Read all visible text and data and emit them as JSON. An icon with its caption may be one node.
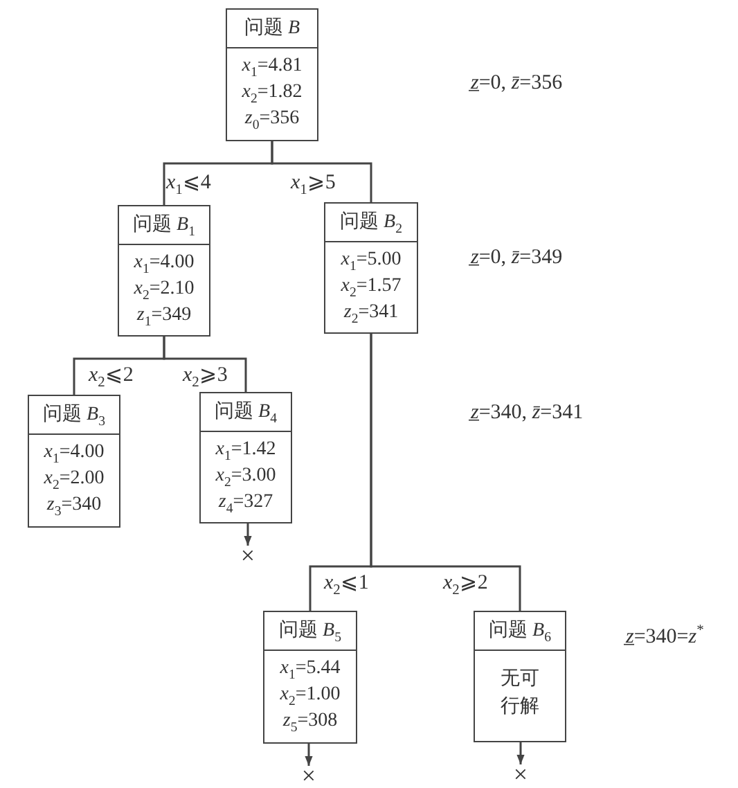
{
  "diagram": {
    "nodes": [
      {
        "text": [
          "问题 *B*",
          "*x*$_{1}$=4.81",
          "*x*$_{2}$=1.82",
          "*z*$_{0}$=356"
        ]
      },
      {
        "text": [
          "问题 *B*$_{1}$",
          "*x*$_{1}$=4.00",
          "*x*$_{2}$=2.10",
          "*z*$_{1}$=349"
        ]
      },
      {
        "text": [
          "问题 *B*$_{2}$",
          "*x*$_{1}$=5.00",
          "*x*$_{2}$=1.57",
          "*z*$_{2}$=341"
        ]
      },
      {
        "text": [
          "问题 *B*$_{3}$",
          "*x*$_{1}$=4.00",
          "*x*$_{2}$=2.00",
          "*z*$_{3}$=340"
        ]
      },
      {
        "text": [
          "问题 *B*$_{4}$",
          "*x*$_{1}$=1.42",
          "*x*$_{2}$=3.00",
          "*z*$_{4}$=327"
        ]
      },
      {
        "text": [
          "×"
        ]
      },
      {
        "text": [
          "问题 *B*$_{5}$",
          "*x*$_{1}$=5.44",
          "*x*$_{2}$=1.00",
          "*z*$_{5}$=308"
        ]
      },
      {
        "text": [
          "问题 *B*$_{6}$",
          "无可行解"
        ]
      },
      {
        "text": [
          "×"
        ]
      },
      {
        "text": [
          "×"
        ]
      }
    ],
    "edges": [
      {
        "from": 0,
        "to": 1,
        "arrow": "none",
        "label": "*x*$_{1}$⩽4"
      },
      {
        "from": 0,
        "to": 2,
        "arrow": "none",
        "label": "*x*$_{1}$⩾5"
      },
      {
        "from": 1,
        "to": 3,
        "arrow": "none",
        "label": "*x*$_{2}$⩽2"
      },
      {
        "from": 1,
        "to": 4,
        "arrow": "none",
        "label": "*x*$_{2}$⩾3"
      },
      {
        "from": 4,
        "to": 5,
        "arrow": "to"
      },
      {
        "from": 2,
        "to": 6,
        "arrow": "none",
        "label": "*x*$_{2}$⩽1"
      },
      {
        "from": 2,
        "to": 7,
        "arrow": "none",
        "label": "*x*$_{2}$⩾2"
      },
      {
        "from": 6,
        "to": 8,
        "arrow": "to"
      },
      {
        "from": 7,
        "to": 9,
        "arrow": "to"
      }
    ],
    "labels": [
      "*z̲*=0, *z̄*=356",
      "*z̲*=0, *z̄*=349",
      "*z̲*=340, *z̄*=341",
      "*z̲*=340=*z*$^{*}$"
    ]
  }
}
